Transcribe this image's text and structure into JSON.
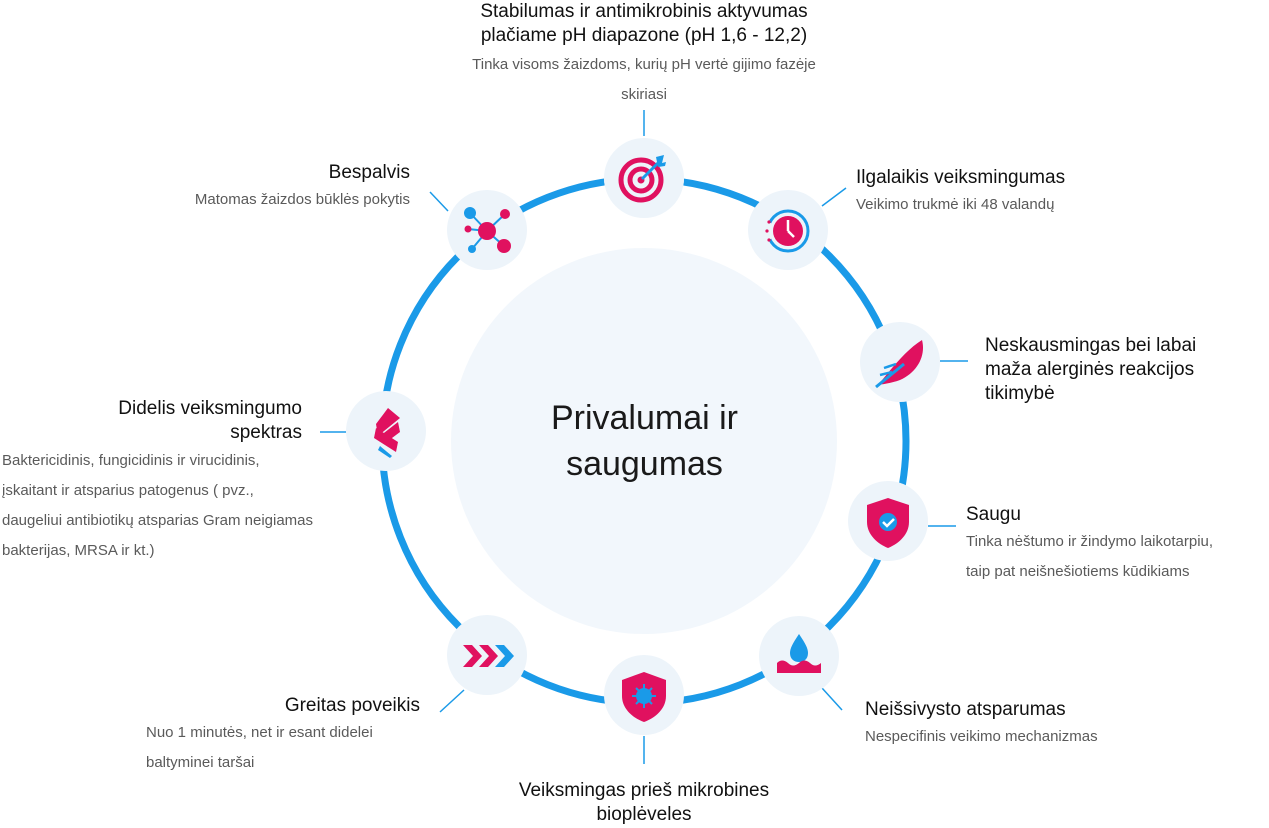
{
  "center": {
    "line1": "Privalumai ir",
    "line2": "saugumas"
  },
  "colors": {
    "ring": "#1a9ae8",
    "accent_pink": "#e0115f",
    "accent_blue": "#1a9ae8",
    "center_fill": "#f2f7fc"
  },
  "items": [
    {
      "id": "ph",
      "icon": "target-icon",
      "title1": "Stabilumas ir antimikrobinis aktyvumas",
      "title2": "plačiame pH diapazone (pH 1,6 - 12,2)",
      "desc1": "Tinka visoms žaizdoms, kurių pH vertė gijimo fazėje",
      "desc2": "skiriasi"
    },
    {
      "id": "long",
      "icon": "clock-icon",
      "title1": "Ilgalaikis veiksmingumas",
      "desc1": "Veikimo trukmė iki 48 valandų"
    },
    {
      "id": "painless",
      "icon": "feather-icon",
      "title1": "Neskausmingas bei labai",
      "title2": "maža alerginės reakcijos",
      "title3": "tikimybė"
    },
    {
      "id": "safe",
      "icon": "shield-check-icon",
      "title1": "Saugu",
      "desc1": "Tinka nėštumo ir žindymo laikotarpiu,",
      "desc2": "taip pat neišnešiotiems kūdikiams"
    },
    {
      "id": "resist",
      "icon": "water-drop-icon",
      "title1": "Neišsivysto atsparumas",
      "desc1": "Nespecifinis veikimo mechanizmas"
    },
    {
      "id": "biofilm",
      "icon": "shield-virus-icon",
      "title1": "Veiksmingas prieš mikrobines",
      "title2": "bioplėveles"
    },
    {
      "id": "fast",
      "icon": "chevrons-icon",
      "title1": "Greitas poveikis",
      "desc1": "Nuo 1 minutės, net ir esant didelei",
      "desc2": "baltyminei taršai"
    },
    {
      "id": "spectrum",
      "icon": "strands-icon",
      "title1": "Didelis veiksmingumo",
      "title2": "spektras",
      "desc1": "Baktericidinis, fungicidinis ir virucidinis,",
      "desc2": "įskaitant ir atsparius patogenus ( pvz.,",
      "desc3": "daugeliui antibiotikų atsparias Gram neigiamas",
      "desc4": "bakterijas, MRSA ir kt.)"
    },
    {
      "id": "colorless",
      "icon": "molecule-icon",
      "title1": "Bespalvis",
      "desc1": "Matomas žaizdos būklės pokytis"
    }
  ]
}
